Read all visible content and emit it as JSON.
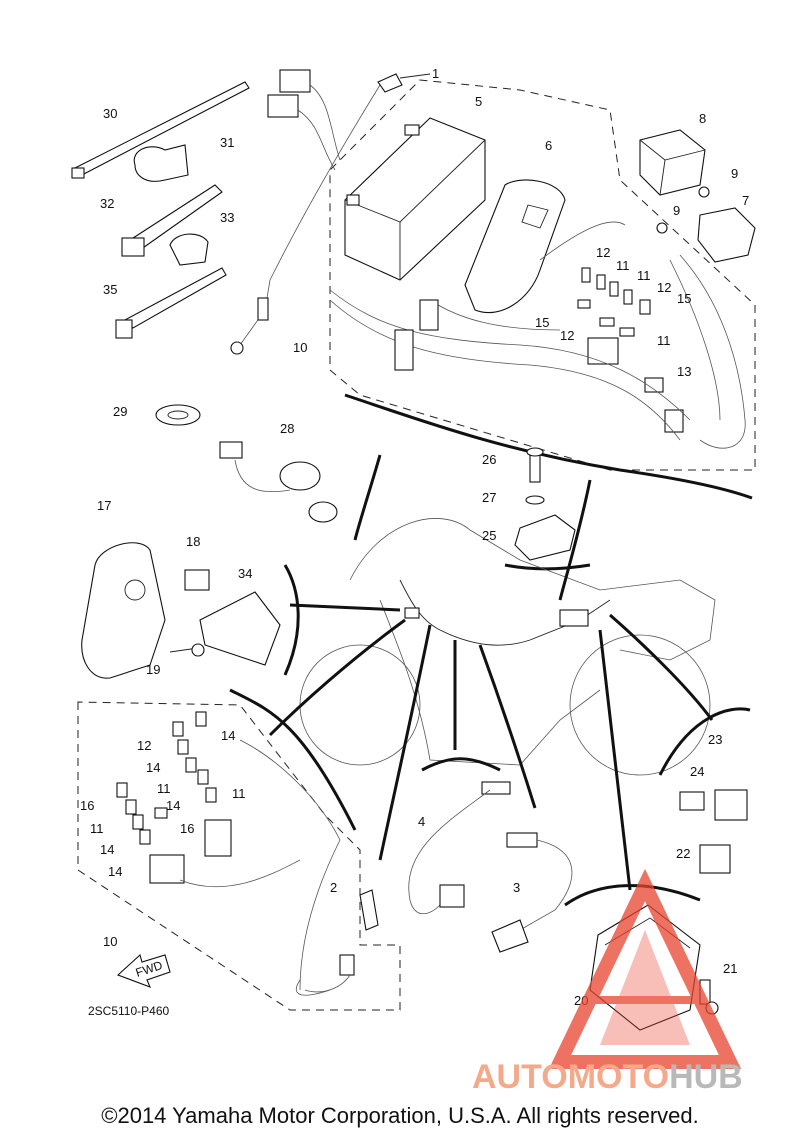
{
  "diagram": {
    "drawing_code": "2SC5110-P460",
    "fwd_label": "FWD",
    "callouts": [
      "1",
      "5",
      "6",
      "8",
      "9",
      "7",
      "9",
      "12",
      "11",
      "11",
      "12",
      "15",
      "15",
      "12",
      "11",
      "13",
      "10",
      "30",
      "31",
      "32",
      "33",
      "35",
      "29",
      "28",
      "26",
      "27",
      "25",
      "17",
      "18",
      "34",
      "19",
      "14",
      "12",
      "14",
      "11",
      "16",
      "14",
      "11",
      "11",
      "16",
      "14",
      "14",
      "10",
      "2",
      "4",
      "3",
      "23",
      "24",
      "22",
      "21",
      "20"
    ]
  },
  "watermark": {
    "part1": "AUTOMOTO",
    "part2": "HUB",
    "colors": {
      "triangle": "#e8432e",
      "text_accent": "#f4a98a",
      "text_grey": "#b9b9b9"
    }
  },
  "footer": {
    "copyright": "©2014 Yamaha Motor Corporation, U.S.A. All rights reserved."
  }
}
